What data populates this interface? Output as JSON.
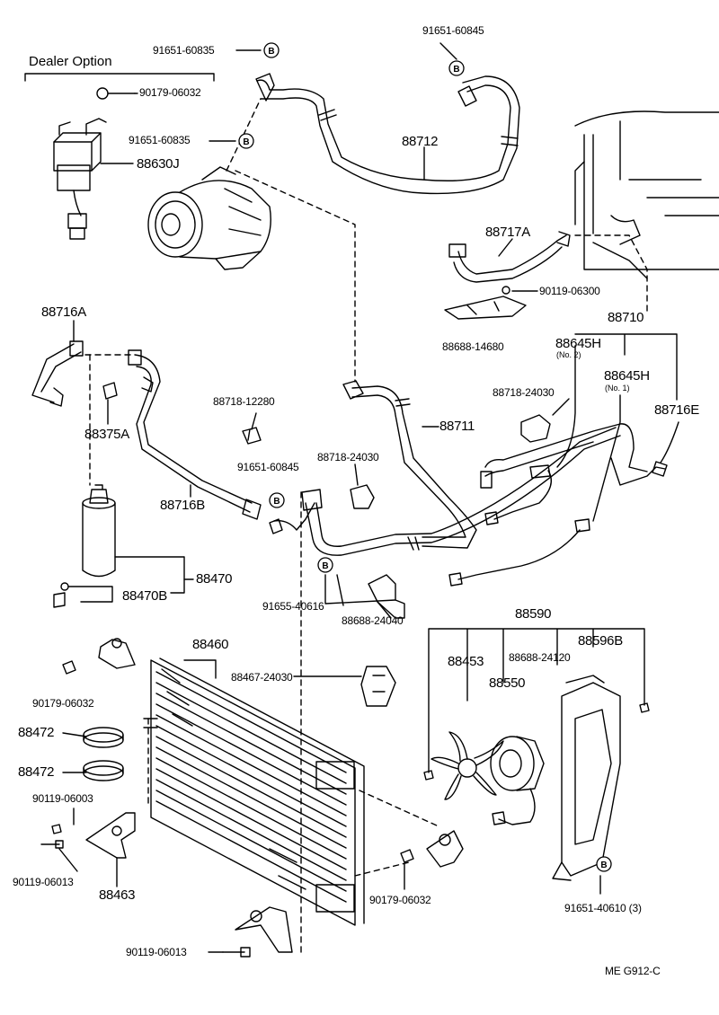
{
  "diagram": {
    "header": "Dealer Option",
    "code": "ME  G912-C",
    "ref_marker": "B",
    "parts": {
      "p91651_60835_top": "91651-60835",
      "p91651_60845_top": "91651-60845",
      "p90179_06032_a": "90179-06032",
      "p91651_60835_mid": "91651-60835",
      "p88712": "88712",
      "p88630J": "88630J",
      "p88717A": "88717A",
      "p90119_06300": "90119-06300",
      "p88688_14680": "88688-14680",
      "p88716A": "88716A",
      "p88710": "88710",
      "p88645H_2": "88645H",
      "p88645H_2_note": "(No. 2)",
      "p88645H_1": "88645H",
      "p88645H_1_note": "(No. 1)",
      "p88716E": "88716E",
      "p88718_12280": "88718-12280",
      "p88718_24030_a": "88718-24030",
      "p88711": "88711",
      "p88375A": "88375A",
      "p91651_60845_mid": "91651-60845",
      "p88718_24030_b": "88718-24030",
      "p88716B": "88716B",
      "p88470": "88470",
      "p88470B": "88470B",
      "p91655_40616": "91655-40616",
      "p88688_24040": "88688-24040",
      "p88590": "88590",
      "p88460": "88460",
      "p88453": "88453",
      "p88688_24120": "88688-24120",
      "p88596B": "88596B",
      "p88550": "88550",
      "p88467_24030": "88467-24030",
      "p90179_06032_b": "90179-06032",
      "p88472_a": "88472",
      "p88472_b": "88472",
      "p90119_06003": "90119-06003",
      "p90119_06013_a": "90119-06013",
      "p88463": "88463",
      "p90179_06032_c": "90179-06032",
      "p91651_40610": "91651-40610 (3)",
      "p90119_06013_b": "90119-06013"
    }
  }
}
